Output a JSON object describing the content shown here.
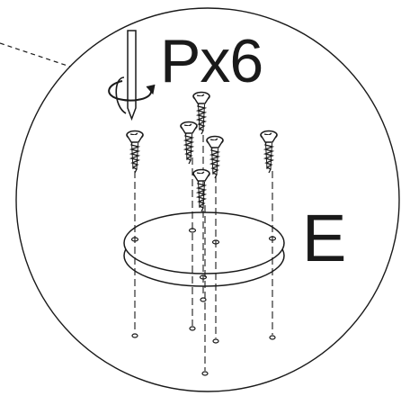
{
  "diagram": {
    "part_label": "Px6",
    "assembly_label": "E",
    "screw_count": 6,
    "line_color": "#1a1a1a",
    "background_color": "#ffffff",
    "icons": {
      "screwdriver": "screwdriver-icon",
      "rotation": "rotation-arrow-icon",
      "screw": "wood-screw-icon",
      "plate": "round-plate-icon"
    }
  }
}
